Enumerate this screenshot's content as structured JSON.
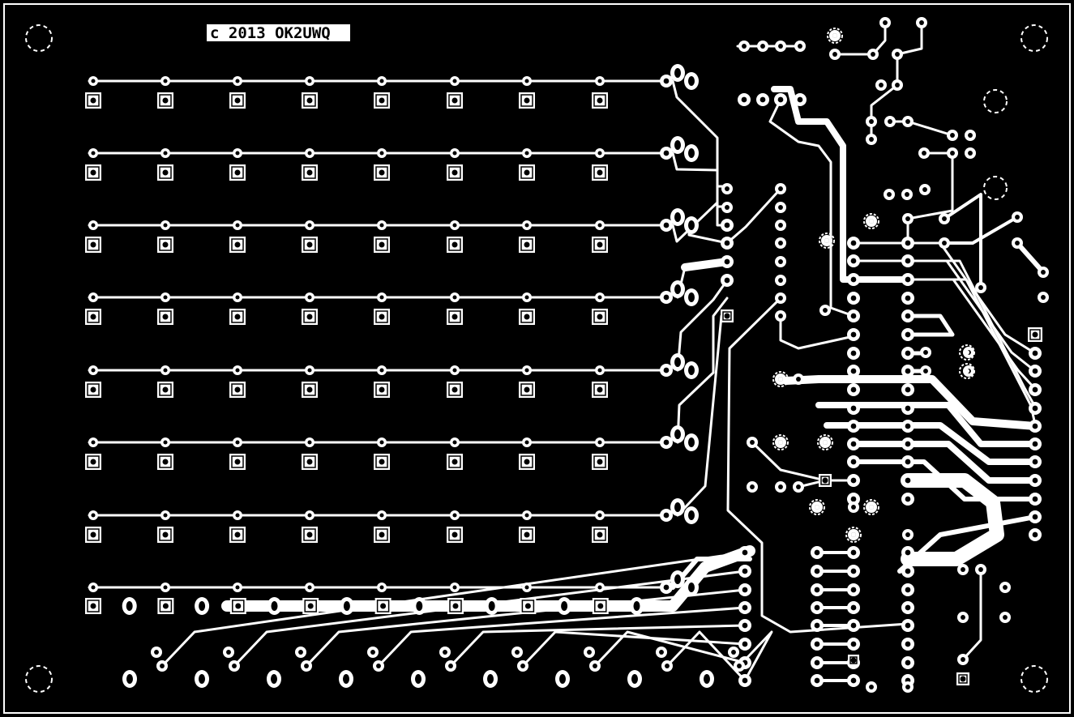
{
  "board": {
    "copyright_label": "c 2013 OK2UWQ",
    "colors": {
      "background": "#000000",
      "copper": "#ffffff"
    },
    "led_matrix": {
      "rows": 8,
      "columns": 8
    }
  }
}
